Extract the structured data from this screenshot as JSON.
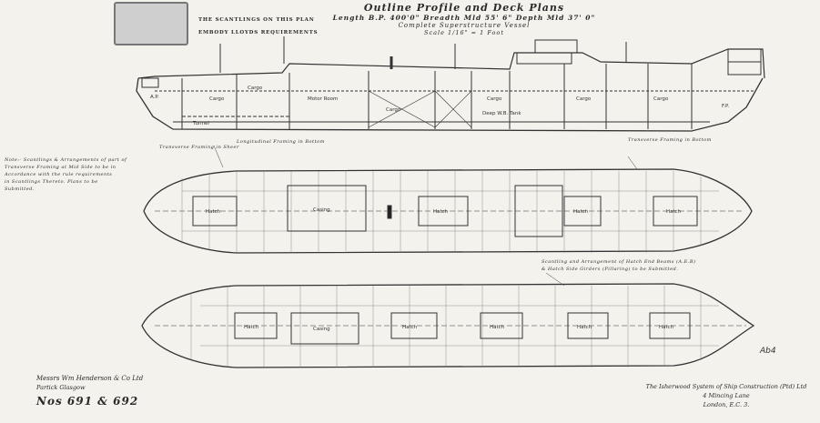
{
  "title": {
    "main": "Outline Profile and Deck Plans",
    "dims": "Length B.P. 400'0\" Breadth Mld 55' 6\" Depth Mld 37' 0\"",
    "type": "Complete Superstructure Vessel",
    "scale": "Scale 1/16\" = 1 Foot"
  },
  "notes": {
    "scantlings": [
      "THE SCANTLINGS ON THIS PLAN",
      "EMBODY LLOYDS REQUIREMENTS"
    ],
    "framing": [
      "Note:- Scantlings & Arrangements of part of",
      "Transverse Framing at Mid Side to be in",
      "Accordance with the rule requirements",
      "in Scantlings Thereto. Plans to be",
      "Submitted."
    ],
    "hatch": [
      "Scantling and Arrangement of Hatch End Beams (A.E.B)",
      "& Hatch Side Girders (Pillaring) to be Submitted."
    ],
    "longitudinal": "Longitudinal Framing in Bottom",
    "transverse": "Transverse Framing in Sheer",
    "transverse_ends": "Transverse Framing in Bottom"
  },
  "compartments": [
    "Cargo",
    "Cargo",
    "Motor Room",
    "Cargo",
    "Cargo",
    "Cargo",
    "Cargo",
    "Tunnel",
    "Deep W.B. Tank",
    "F.P.",
    "A.P."
  ],
  "deck_labels": [
    "Hatch",
    "Hatch",
    "Casing",
    "Hatch",
    "Hatch",
    "Hatch",
    "Hatch"
  ],
  "signature": {
    "line1": "Messrs Wm Henderson & Co Ltd",
    "line2": "Partick    Glasgow",
    "numbers": "Nos 691 & 692"
  },
  "firm": {
    "line1": "The Isherwood System of Ship Construction (Ptd) Ltd",
    "line2": "4 Mincing Lane",
    "line3": "London, E.C. 3."
  }
}
